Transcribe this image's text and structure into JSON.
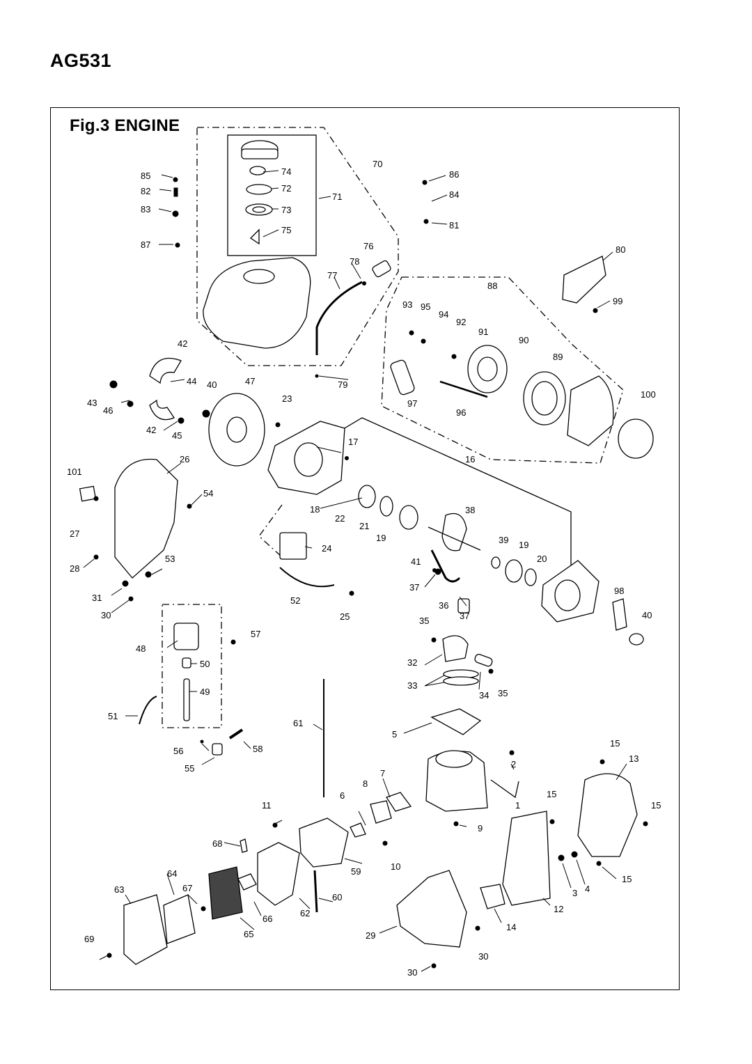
{
  "model": "AG531",
  "figure_title": "Fig.3  ENGINE",
  "callouts": [
    {
      "id": "c70",
      "text": "70"
    },
    {
      "id": "c85",
      "text": "85"
    },
    {
      "id": "c74",
      "text": "74"
    },
    {
      "id": "c82",
      "text": "82"
    },
    {
      "id": "c72",
      "text": "72"
    },
    {
      "id": "c71",
      "text": "71"
    },
    {
      "id": "c83",
      "text": "83"
    },
    {
      "id": "c73",
      "text": "73"
    },
    {
      "id": "c75",
      "text": "75"
    },
    {
      "id": "c87",
      "text": "87"
    },
    {
      "id": "c86",
      "text": "86"
    },
    {
      "id": "c84",
      "text": "84"
    },
    {
      "id": "c81",
      "text": "81"
    },
    {
      "id": "c76",
      "text": "76"
    },
    {
      "id": "c78",
      "text": "78"
    },
    {
      "id": "c80",
      "text": "80"
    },
    {
      "id": "c77",
      "text": "77"
    },
    {
      "id": "c88",
      "text": "88"
    },
    {
      "id": "c99",
      "text": "99"
    },
    {
      "id": "c93",
      "text": "93"
    },
    {
      "id": "c95",
      "text": "95"
    },
    {
      "id": "c94",
      "text": "94"
    },
    {
      "id": "c92",
      "text": "92"
    },
    {
      "id": "c91",
      "text": "91"
    },
    {
      "id": "c90",
      "text": "90"
    },
    {
      "id": "c42a",
      "text": "42"
    },
    {
      "id": "c89",
      "text": "89"
    },
    {
      "id": "c44",
      "text": "44"
    },
    {
      "id": "c40a",
      "text": "40"
    },
    {
      "id": "c47",
      "text": "47"
    },
    {
      "id": "c79",
      "text": "79"
    },
    {
      "id": "c23",
      "text": "23"
    },
    {
      "id": "c43",
      "text": "43"
    },
    {
      "id": "c46",
      "text": "46"
    },
    {
      "id": "c97",
      "text": "97"
    },
    {
      "id": "c96",
      "text": "96"
    },
    {
      "id": "c100",
      "text": "100"
    },
    {
      "id": "c42b",
      "text": "42"
    },
    {
      "id": "c45",
      "text": "45"
    },
    {
      "id": "c17",
      "text": "17"
    },
    {
      "id": "c26",
      "text": "26"
    },
    {
      "id": "c16",
      "text": "16"
    },
    {
      "id": "c101",
      "text": "101"
    },
    {
      "id": "c54",
      "text": "54"
    },
    {
      "id": "c18",
      "text": "18"
    },
    {
      "id": "c22",
      "text": "22"
    },
    {
      "id": "c38",
      "text": "38"
    },
    {
      "id": "c21",
      "text": "21"
    },
    {
      "id": "c19a",
      "text": "19"
    },
    {
      "id": "c27",
      "text": "27"
    },
    {
      "id": "c24",
      "text": "24"
    },
    {
      "id": "c39",
      "text": "39"
    },
    {
      "id": "c19b",
      "text": "19"
    },
    {
      "id": "c53",
      "text": "53"
    },
    {
      "id": "c41",
      "text": "41"
    },
    {
      "id": "c20",
      "text": "20"
    },
    {
      "id": "c28",
      "text": "28"
    },
    {
      "id": "c37a",
      "text": "37"
    },
    {
      "id": "c98",
      "text": "98"
    },
    {
      "id": "c31",
      "text": "31"
    },
    {
      "id": "c52",
      "text": "52"
    },
    {
      "id": "c36",
      "text": "36"
    },
    {
      "id": "c37b",
      "text": "37"
    },
    {
      "id": "c30a",
      "text": "30"
    },
    {
      "id": "c25",
      "text": "25"
    },
    {
      "id": "c40b",
      "text": "40"
    },
    {
      "id": "c35a",
      "text": "35"
    },
    {
      "id": "c57",
      "text": "57"
    },
    {
      "id": "c48",
      "text": "48"
    },
    {
      "id": "c50",
      "text": "50"
    },
    {
      "id": "c32",
      "text": "32"
    },
    {
      "id": "c49",
      "text": "49"
    },
    {
      "id": "c33",
      "text": "33"
    },
    {
      "id": "c34",
      "text": "34"
    },
    {
      "id": "c35b",
      "text": "35"
    },
    {
      "id": "c51",
      "text": "51"
    },
    {
      "id": "c61",
      "text": "61"
    },
    {
      "id": "c5",
      "text": "5"
    },
    {
      "id": "c56",
      "text": "56"
    },
    {
      "id": "c58",
      "text": "58"
    },
    {
      "id": "c15a",
      "text": "15"
    },
    {
      "id": "c13",
      "text": "13"
    },
    {
      "id": "c55",
      "text": "55"
    },
    {
      "id": "c7",
      "text": "7"
    },
    {
      "id": "c2",
      "text": "2"
    },
    {
      "id": "c8",
      "text": "8"
    },
    {
      "id": "c6",
      "text": "6"
    },
    {
      "id": "c15b",
      "text": "15"
    },
    {
      "id": "c11",
      "text": "11"
    },
    {
      "id": "c1",
      "text": "1"
    },
    {
      "id": "c15c",
      "text": "15"
    },
    {
      "id": "c9",
      "text": "9"
    },
    {
      "id": "c68",
      "text": "68"
    },
    {
      "id": "c10",
      "text": "10"
    },
    {
      "id": "c64",
      "text": "64"
    },
    {
      "id": "c59",
      "text": "59"
    },
    {
      "id": "c15d",
      "text": "15"
    },
    {
      "id": "c63",
      "text": "63"
    },
    {
      "id": "c67",
      "text": "67"
    },
    {
      "id": "c3",
      "text": "3"
    },
    {
      "id": "c4",
      "text": "4"
    },
    {
      "id": "c60",
      "text": "60"
    },
    {
      "id": "c62",
      "text": "62"
    },
    {
      "id": "c12",
      "text": "12"
    },
    {
      "id": "c66",
      "text": "66"
    },
    {
      "id": "c14",
      "text": "14"
    },
    {
      "id": "c65",
      "text": "65"
    },
    {
      "id": "c29",
      "text": "29"
    },
    {
      "id": "c69",
      "text": "69"
    },
    {
      "id": "c30b",
      "text": "30"
    },
    {
      "id": "c30c",
      "text": "30"
    }
  ]
}
